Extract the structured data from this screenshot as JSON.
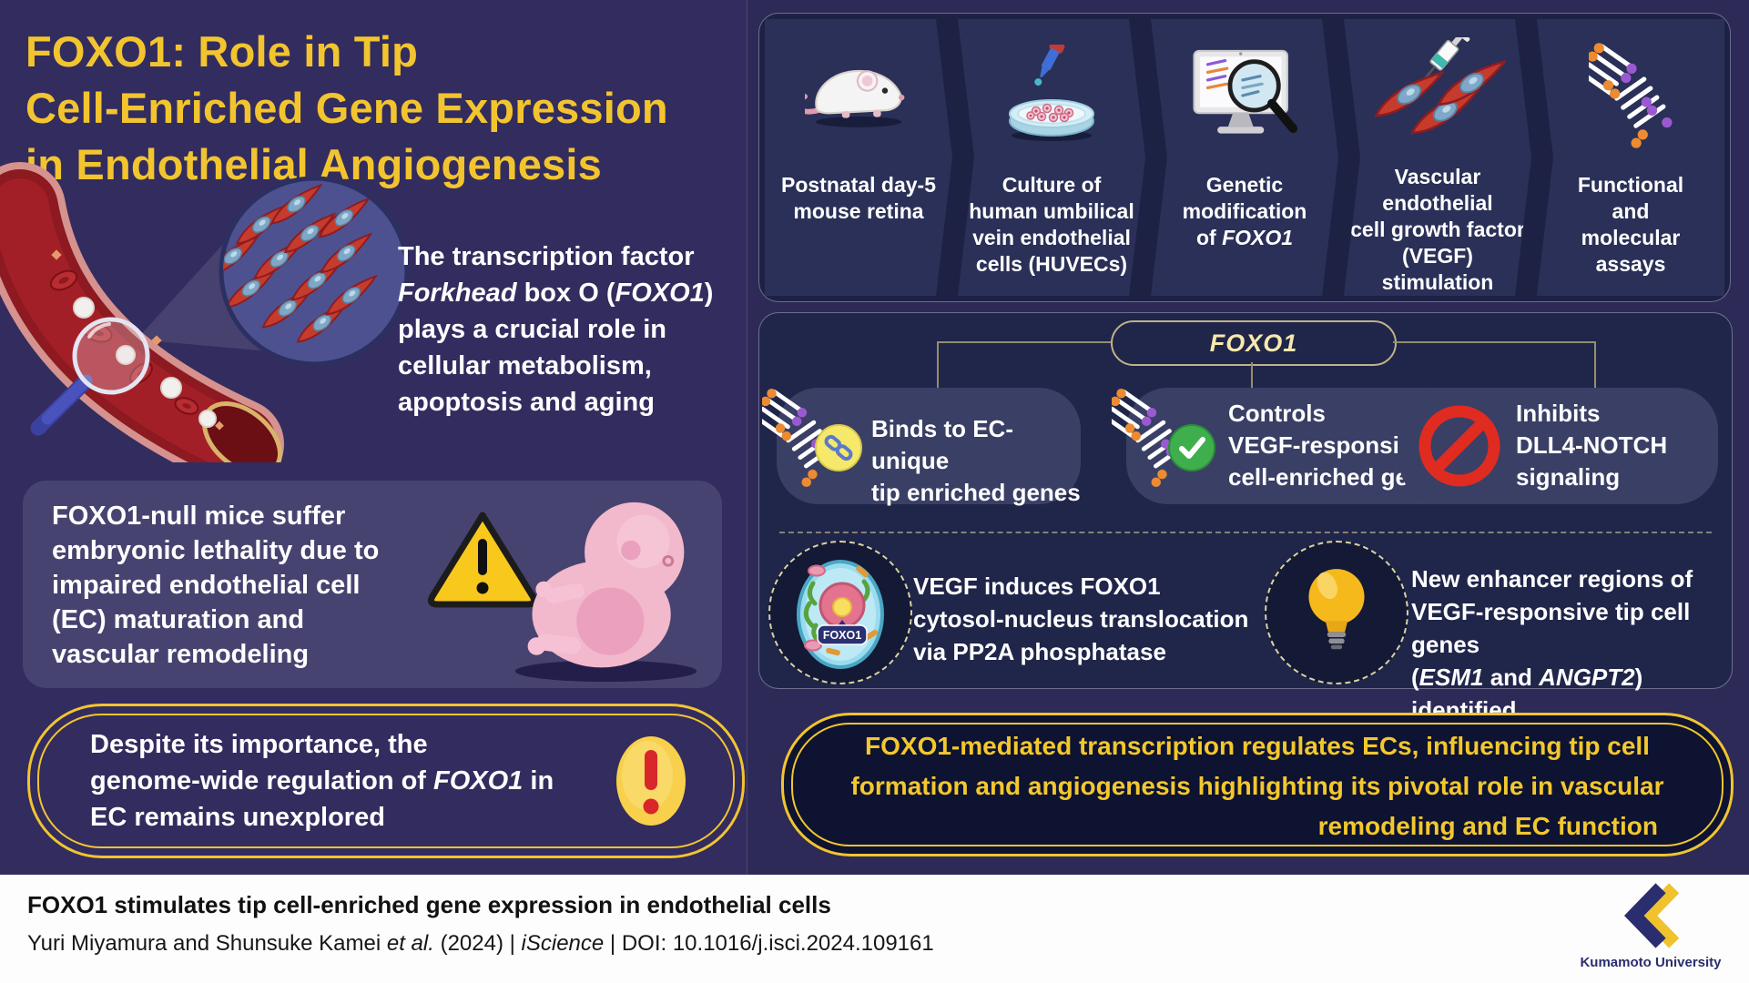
{
  "title": {
    "lines": [
      "FOXO1: Role in Tip",
      "Cell-Enriched Gene Expression",
      "in Endothelial Angiogenesis"
    ]
  },
  "intro": {
    "l1": "The transcription factor",
    "l2a": "Forkhead",
    "l2b": " box O (",
    "l2c": "FOXO1",
    "l2d": ")",
    "l3": "plays a crucial role in",
    "l4": "cellular metabolism,",
    "l5": "apoptosis and aging"
  },
  "null_box": {
    "lines": [
      "FOXO1-null mice suffer",
      "embryonic lethality due to",
      "impaired endothelial cell",
      "(EC) maturation and",
      "vascular remodeling"
    ]
  },
  "despite": {
    "l1": "Despite its importance, the",
    "l2a": "genome-wide regulation of ",
    "l2b": "FOXO1",
    "l2c": " in",
    "l3": "EC remains unexplored"
  },
  "workflow": {
    "steps": [
      {
        "lines": [
          "Postnatal day-5",
          "mouse retina"
        ]
      },
      {
        "lines": [
          "Culture of",
          "human umbilical",
          "vein endothelial",
          "cells (HUVECs)"
        ]
      },
      {
        "l1": "Genetic",
        "l2": "modification",
        "l3a": "of ",
        "l3b": "FOXO1"
      },
      {
        "lines": [
          "Vascular endothelial",
          "cell growth factor",
          "(VEGF)",
          "stimulation"
        ]
      },
      {
        "lines": [
          "Functional",
          "and",
          "molecular",
          "assays"
        ]
      }
    ]
  },
  "foxo1_label": "FOXO1",
  "branches": [
    {
      "l1": "Binds to EC-unique",
      "l2": "tip enriched genes"
    },
    {
      "l1": "Controls",
      "l2": "VEGF-responsive tip",
      "l3": "cell-enriched genes"
    },
    {
      "l1": "Inhibits",
      "l2": "DLL4-NOTCH",
      "l3": "signaling"
    }
  ],
  "findings": {
    "cell_tag": "FOXO1",
    "f1": {
      "l1": "VEGF induces FOXO1",
      "l2": "cytosol-nucleus translocation",
      "l3": "via PP2A phosphatase"
    },
    "f2": {
      "l1": "New enhancer regions of",
      "l2": "VEGF-responsive tip cell genes",
      "l3a": "(",
      "l3b": "ESM1",
      "l3c": " and ",
      "l3d": "ANGPT2",
      "l3e": ") identified"
    }
  },
  "conclusion": {
    "l1": "FOXO1-mediated transcription regulates ECs, influencing tip cell",
    "l2": "formation and angiogenesis highlighting its pivotal role in vascular",
    "l3": "remodeling and EC function"
  },
  "footer": {
    "title": "FOXO1 stimulates tip cell-enriched gene expression in endothelial cells",
    "cite1": "Yuri Miyamura and Shunsuke Kamei ",
    "cite2": "et al.",
    "cite3": " (2024) | ",
    "cite4": "iScience",
    "cite5": " | DOI: 10.1016/j.isci.2024.109161",
    "logo": "Kumamoto University"
  },
  "colors": {
    "gold": "#f2c52f",
    "bg_left": "#332c5f",
    "bg_right": "#2d2a57",
    "panel": "#20254a",
    "branch_pill": "#3a3f66",
    "conclusion_bg": "#0d1330",
    "warning_red": "#d8262a",
    "dna_orange": "#ec8b32",
    "dna_purple": "#9b59d0"
  }
}
